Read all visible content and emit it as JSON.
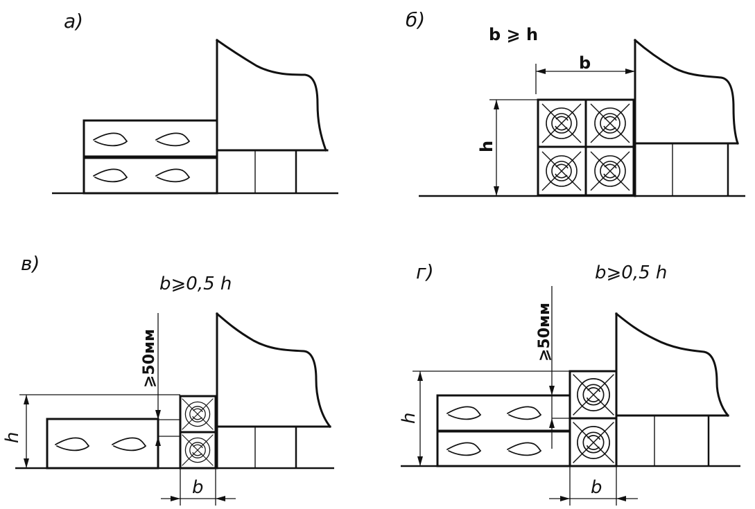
{
  "panels": [
    {
      "id": "a",
      "label": "а)"
    },
    {
      "id": "b",
      "label": "б)",
      "condition": "b ⩾ h",
      "dim_width": "b",
      "dim_height": "h"
    },
    {
      "id": "v",
      "label": "в)",
      "condition": "b⩾0,5 h",
      "gap": "⩾50мм",
      "dim_width": "b",
      "dim_height": "h"
    },
    {
      "id": "g",
      "label": "г)",
      "condition": "b⩾0,5 h",
      "gap": "⩾50мм",
      "dim_width": "b",
      "dim_height": "h"
    }
  ]
}
